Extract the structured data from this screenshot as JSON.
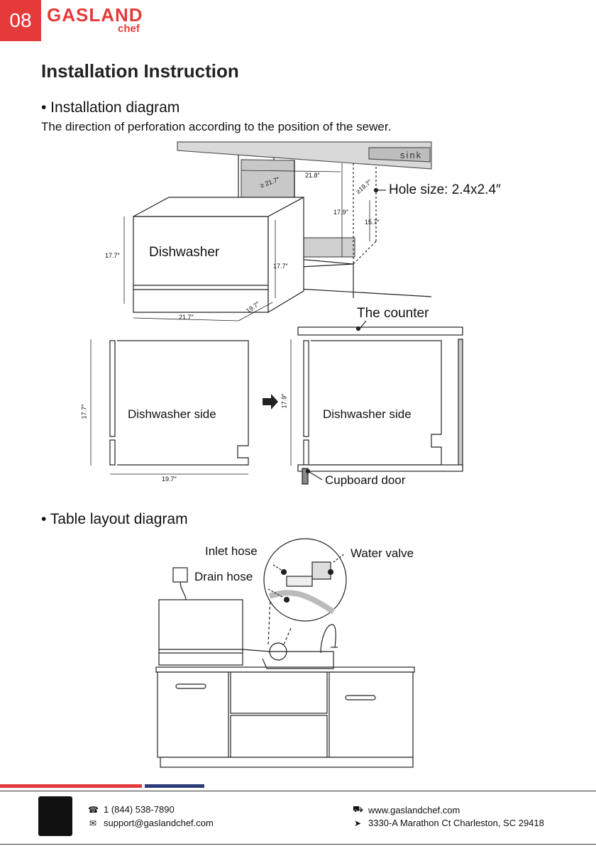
{
  "header": {
    "page_number": "08",
    "brand_main": "GASLAND",
    "brand_sub": "chef"
  },
  "title": "Installation Instruction",
  "section1": {
    "heading": "• Installation diagram",
    "subtitle": "The direction of perforation according to the position of the sewer.",
    "labels": {
      "sink": "sink",
      "hole_size": "Hole size: 2.4x2.4″",
      "dishwasher": "Dishwasher",
      "counter": "The counter",
      "side1": "Dishwasher side",
      "side2": "Dishwasher side",
      "cupboard": "Cupboard door"
    },
    "dimensions": {
      "d_21_8": "21.8″",
      "d_ge_21_7": "≥ 21.7″",
      "d_ge_19_7": "≥19.7″",
      "d_17_9": "17.9″",
      "d_15_7": "15.7″",
      "d_17_7_left": "17.7″",
      "d_17_7_right": "17.7″",
      "d_21_7": "21.7″",
      "d_19_7": "19.7″",
      "side_17_7": "17.7″",
      "side_19_7": "19.7″",
      "side_17_9": "17.9″"
    }
  },
  "section2": {
    "heading": "• Table layout diagram",
    "labels": {
      "inlet": "Inlet hose",
      "drain": "Drain hose",
      "valve": "Water valve"
    }
  },
  "footer": {
    "phone": "1 (844) 538-7890",
    "email": "support@gaslandchef.com",
    "website": "www.gaslandchef.com",
    "address": "3330-A Marathon Ct Charleston, SC 29418"
  },
  "colors": {
    "brand_red": "#e53a3a",
    "brand_blue": "#2d3a7a"
  }
}
